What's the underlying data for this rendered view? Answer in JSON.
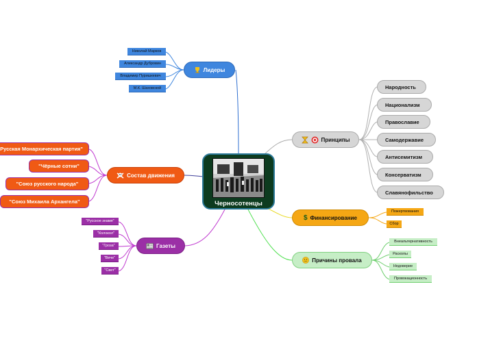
{
  "central": {
    "title": "Черносотенцы"
  },
  "colors": {
    "leaders": "#3f86de",
    "principles": "#d6d6d6",
    "composition": "#f05a14",
    "financing": "#f5a714",
    "newspapers": "#9b2fa6",
    "reasons": "#c6eec6",
    "central": "#0d3b1f"
  },
  "leaders": {
    "label": "Лидеры",
    "icon": "trophy-icon",
    "items": [
      "Николай Марков",
      "Александр Дубровин",
      "Владимир Пуришкевич",
      "М.К. Шаховской"
    ]
  },
  "principles": {
    "label": "Принципы",
    "icons": [
      "hourglass-icon",
      "target-icon"
    ],
    "items": [
      "Народность",
      "Национализм",
      "Православие",
      "Самодержавие",
      "Антисемитизм",
      "Консерватизм",
      "Славянофильство"
    ]
  },
  "composition": {
    "label": "Состав движения",
    "icon": "skull-crossbones-icon",
    "items": [
      "\"Русская Монархическая партия\"",
      "\"Чёрные сотни\"",
      "\"Союз русского народа\"",
      "\"Союз Михаила Архангела\""
    ]
  },
  "financing": {
    "label": "Финансирование",
    "icon": "dollar-icon",
    "items": [
      "Пожертвования",
      "Сбор"
    ]
  },
  "newspapers": {
    "label": "Газеты",
    "icon": "newspaper-icon",
    "items": [
      "\"Русское знамя\"",
      "\"Колокол\"",
      "\"Гроза\"",
      "\"Вече\"",
      "\"Свет\""
    ]
  },
  "reasons": {
    "label": "Причины провала",
    "icon": "sad-face-icon",
    "items": [
      "Внеальтернативность",
      "Расколы",
      "Недоверие",
      "Провокационность"
    ]
  }
}
